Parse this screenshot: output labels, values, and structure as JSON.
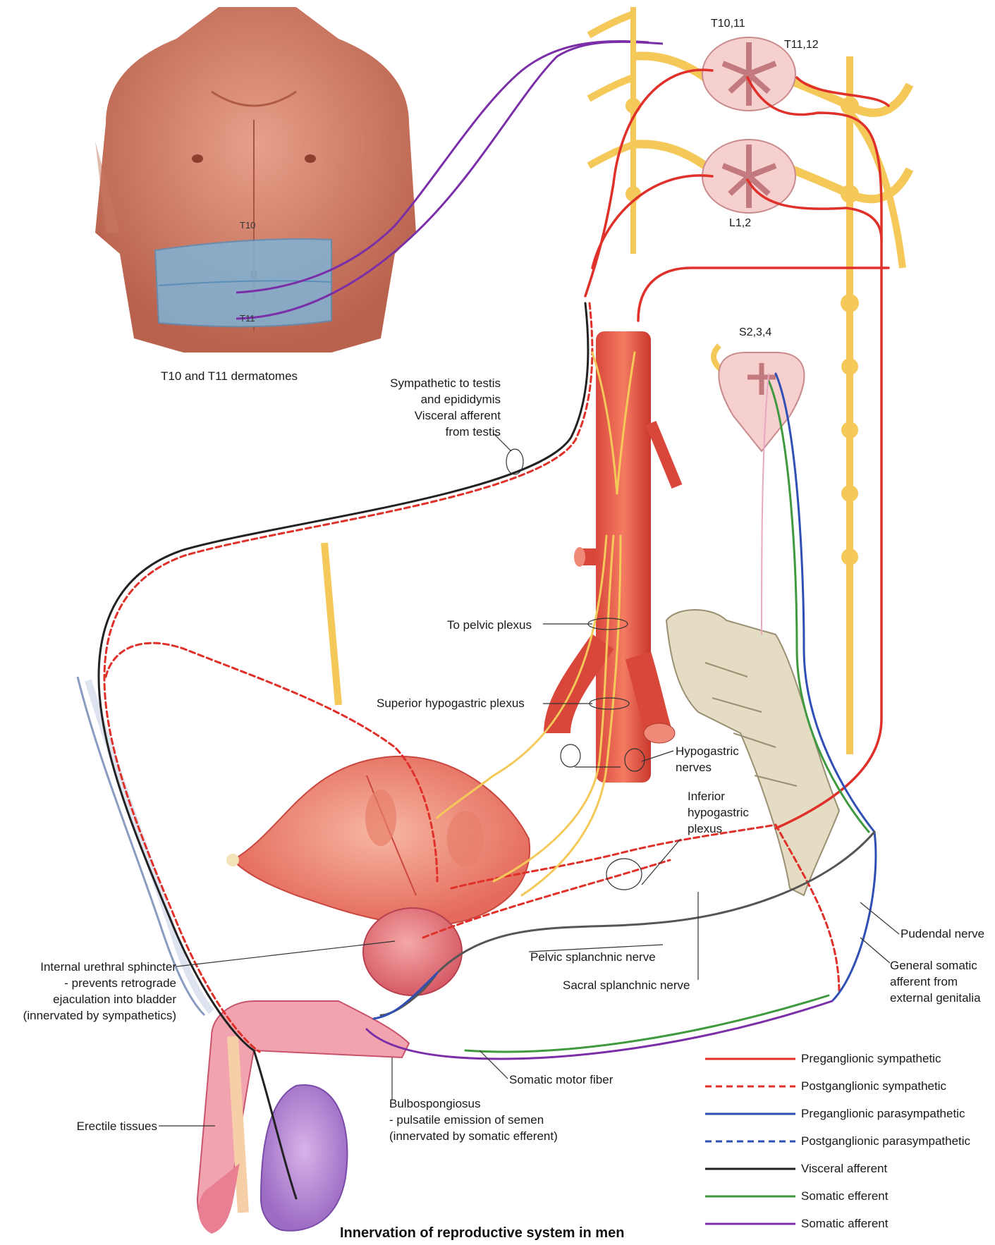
{
  "title": "Innervation of reproductive system in men",
  "dermatome_caption": "T10 and T11 dermatomes",
  "dermatome_bands": [
    "T10",
    "T11"
  ],
  "spinal_segments": [
    "T10,11",
    "T11,12",
    "L1,2",
    "S2,3,4"
  ],
  "labels": {
    "sympathetic_testis": [
      "Sympathetic to testis",
      "and epididymis",
      "Visceral afferent",
      "from testis"
    ],
    "to_pelvic_plexus": "To pelvic plexus",
    "superior_hypogastric": "Superior hypogastric plexus",
    "hypogastric_nerves": [
      "Hypogastric",
      "nerves"
    ],
    "inferior_hypogastric": [
      "Inferior",
      "hypogastric",
      "plexus"
    ],
    "internal_urethral": [
      "Internal urethral sphincter",
      "- prevents retrograde",
      "ejaculation into bladder",
      "(innervated by sympathetics)"
    ],
    "pelvic_splanchnic": "Pelvic splanchnic nerve",
    "sacral_splanchnic": "Sacral splanchnic nerve",
    "pudendal": "Pudendal nerve",
    "general_somatic": [
      "General somatic",
      "afferent from",
      "external genitalia"
    ],
    "somatic_motor": "Somatic motor fiber",
    "bulbospongiosus": [
      "Bulbospongiosus",
      "- pulsatile emission of semen",
      "(innervated by somatic efferent)"
    ],
    "erectile": "Erectile tissues"
  },
  "legend": [
    {
      "label": "Preganglionic sympathetic",
      "color": "#e0302a",
      "dash": false
    },
    {
      "label": "Postganglionic sympathetic",
      "color": "#e0302a",
      "dash": true
    },
    {
      "label": "Preganglionic parasympathetic",
      "color": "#2f4fb5",
      "dash": false
    },
    {
      "label": "Postganglionic parasympathetic",
      "color": "#2f4fb5",
      "dash": true
    },
    {
      "label": "Visceral afferent",
      "color": "#222222",
      "dash": false
    },
    {
      "label": "Somatic efferent",
      "color": "#3f9a3f",
      "dash": false
    },
    {
      "label": "Somatic afferent",
      "color": "#7a2fa8",
      "dash": false
    }
  ]
}
